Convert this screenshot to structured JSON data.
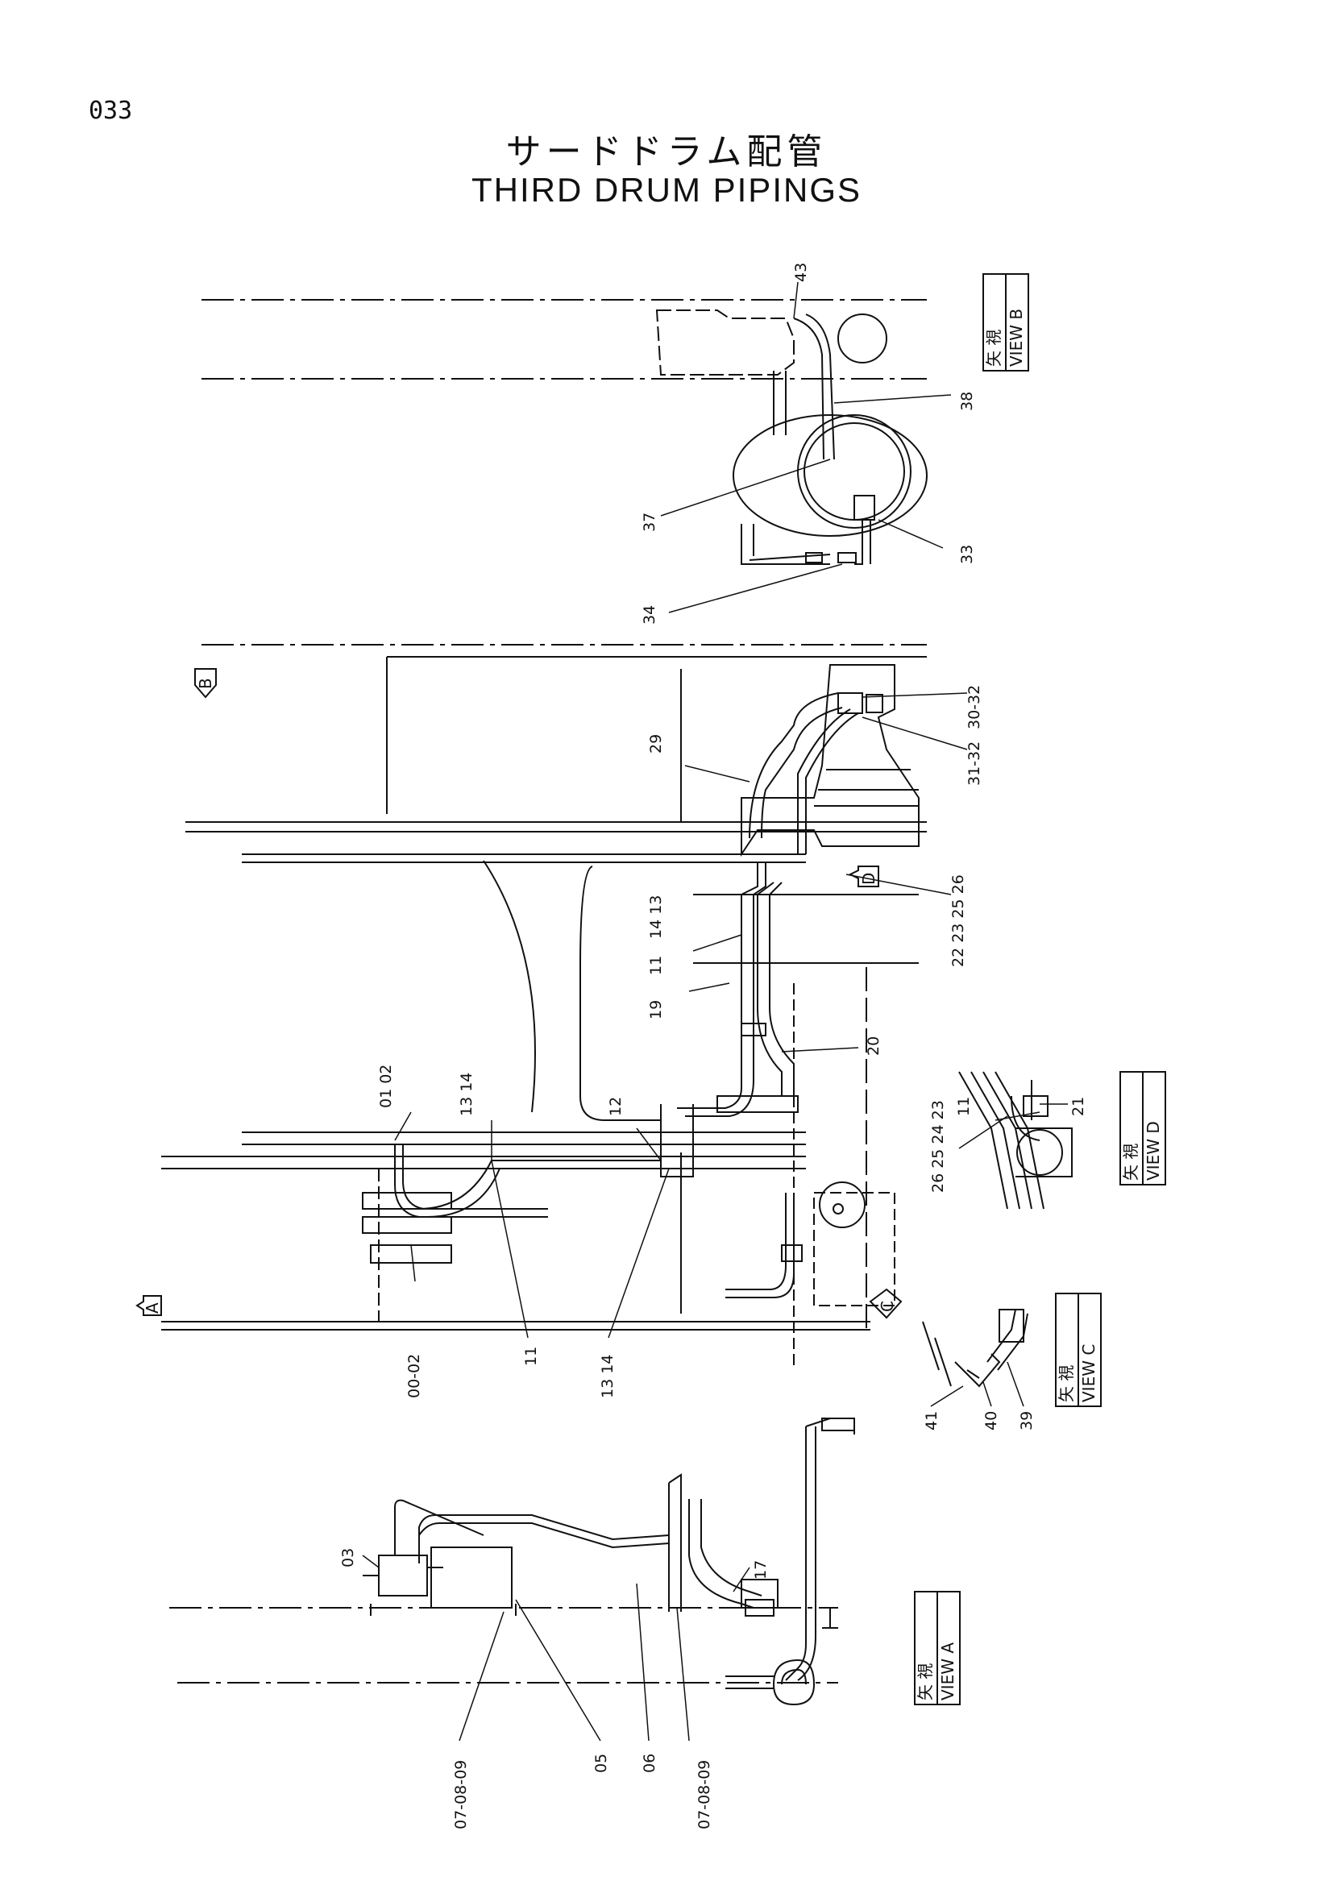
{
  "page": {
    "number": "033",
    "title_jp": "サードドラム配管",
    "title_en": "THIRD DRUM PIPINGS"
  },
  "view_boxes": [
    {
      "id": "B",
      "jp": "矢 視",
      "en": "VIEW  B"
    },
    {
      "id": "D",
      "jp": "矢 視",
      "en": "VIEW  D"
    },
    {
      "id": "C",
      "jp": "矢 視",
      "en": "VIEW  C"
    },
    {
      "id": "A",
      "jp": "矢 視",
      "en": "VIEW  A"
    }
  ],
  "view_arrows": [
    "B",
    "D",
    "A",
    "C"
  ],
  "callouts": [
    {
      "id": "43",
      "text": "43"
    },
    {
      "id": "38",
      "text": "38"
    },
    {
      "id": "37",
      "text": "37"
    },
    {
      "id": "33",
      "text": "33"
    },
    {
      "id": "34",
      "text": "34"
    },
    {
      "id": "30-32",
      "text": "30-32"
    },
    {
      "id": "31-32",
      "text": "31-32"
    },
    {
      "id": "29",
      "text": "29"
    },
    {
      "id": "22-26",
      "text": "22 23 25 26"
    },
    {
      "id": "14-13",
      "text": "14 13"
    },
    {
      "id": "11a",
      "text": "11"
    },
    {
      "id": "19",
      "text": "19"
    },
    {
      "id": "20",
      "text": "20"
    },
    {
      "id": "01-02",
      "text": "01 02"
    },
    {
      "id": "13-14a",
      "text": "13 14"
    },
    {
      "id": "12",
      "text": "12"
    },
    {
      "id": "00-02",
      "text": "00-02"
    },
    {
      "id": "11b",
      "text": "11"
    },
    {
      "id": "13-14b",
      "text": "13 14"
    },
    {
      "id": "11c",
      "text": "11"
    },
    {
      "id": "21",
      "text": "21"
    },
    {
      "id": "26-23",
      "text": "26 25 24 23"
    },
    {
      "id": "41",
      "text": "41"
    },
    {
      "id": "40",
      "text": "40"
    },
    {
      "id": "39",
      "text": "39"
    },
    {
      "id": "03",
      "text": "03"
    },
    {
      "id": "17",
      "text": "17"
    },
    {
      "id": "07-09a",
      "text": "07-08-09"
    },
    {
      "id": "05",
      "text": "05"
    },
    {
      "id": "06",
      "text": "06"
    },
    {
      "id": "07-09b",
      "text": "07-08-09"
    }
  ]
}
